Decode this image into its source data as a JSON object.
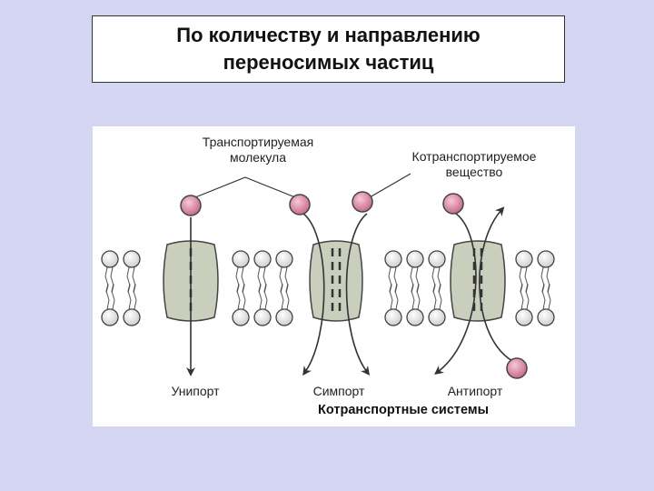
{
  "title": {
    "line1": "По количеству и направлению",
    "line2": "переносимых частиц"
  },
  "diagram": {
    "label_transported_l1": "Транспортируемая",
    "label_transported_l2": "молекула",
    "label_cotransported_l1": "Котранспортируемое",
    "label_cotransported_l2": "вещество",
    "label_uniport": "Унипорт",
    "label_symport": "Симпорт",
    "label_antiport": "Антипорт",
    "label_systems": "Котранспортные системы",
    "colors": {
      "particle": "#e48aa8",
      "channel": "#c9cebd",
      "lipid_head": "#f2f2f2",
      "outline": "#444444"
    }
  }
}
